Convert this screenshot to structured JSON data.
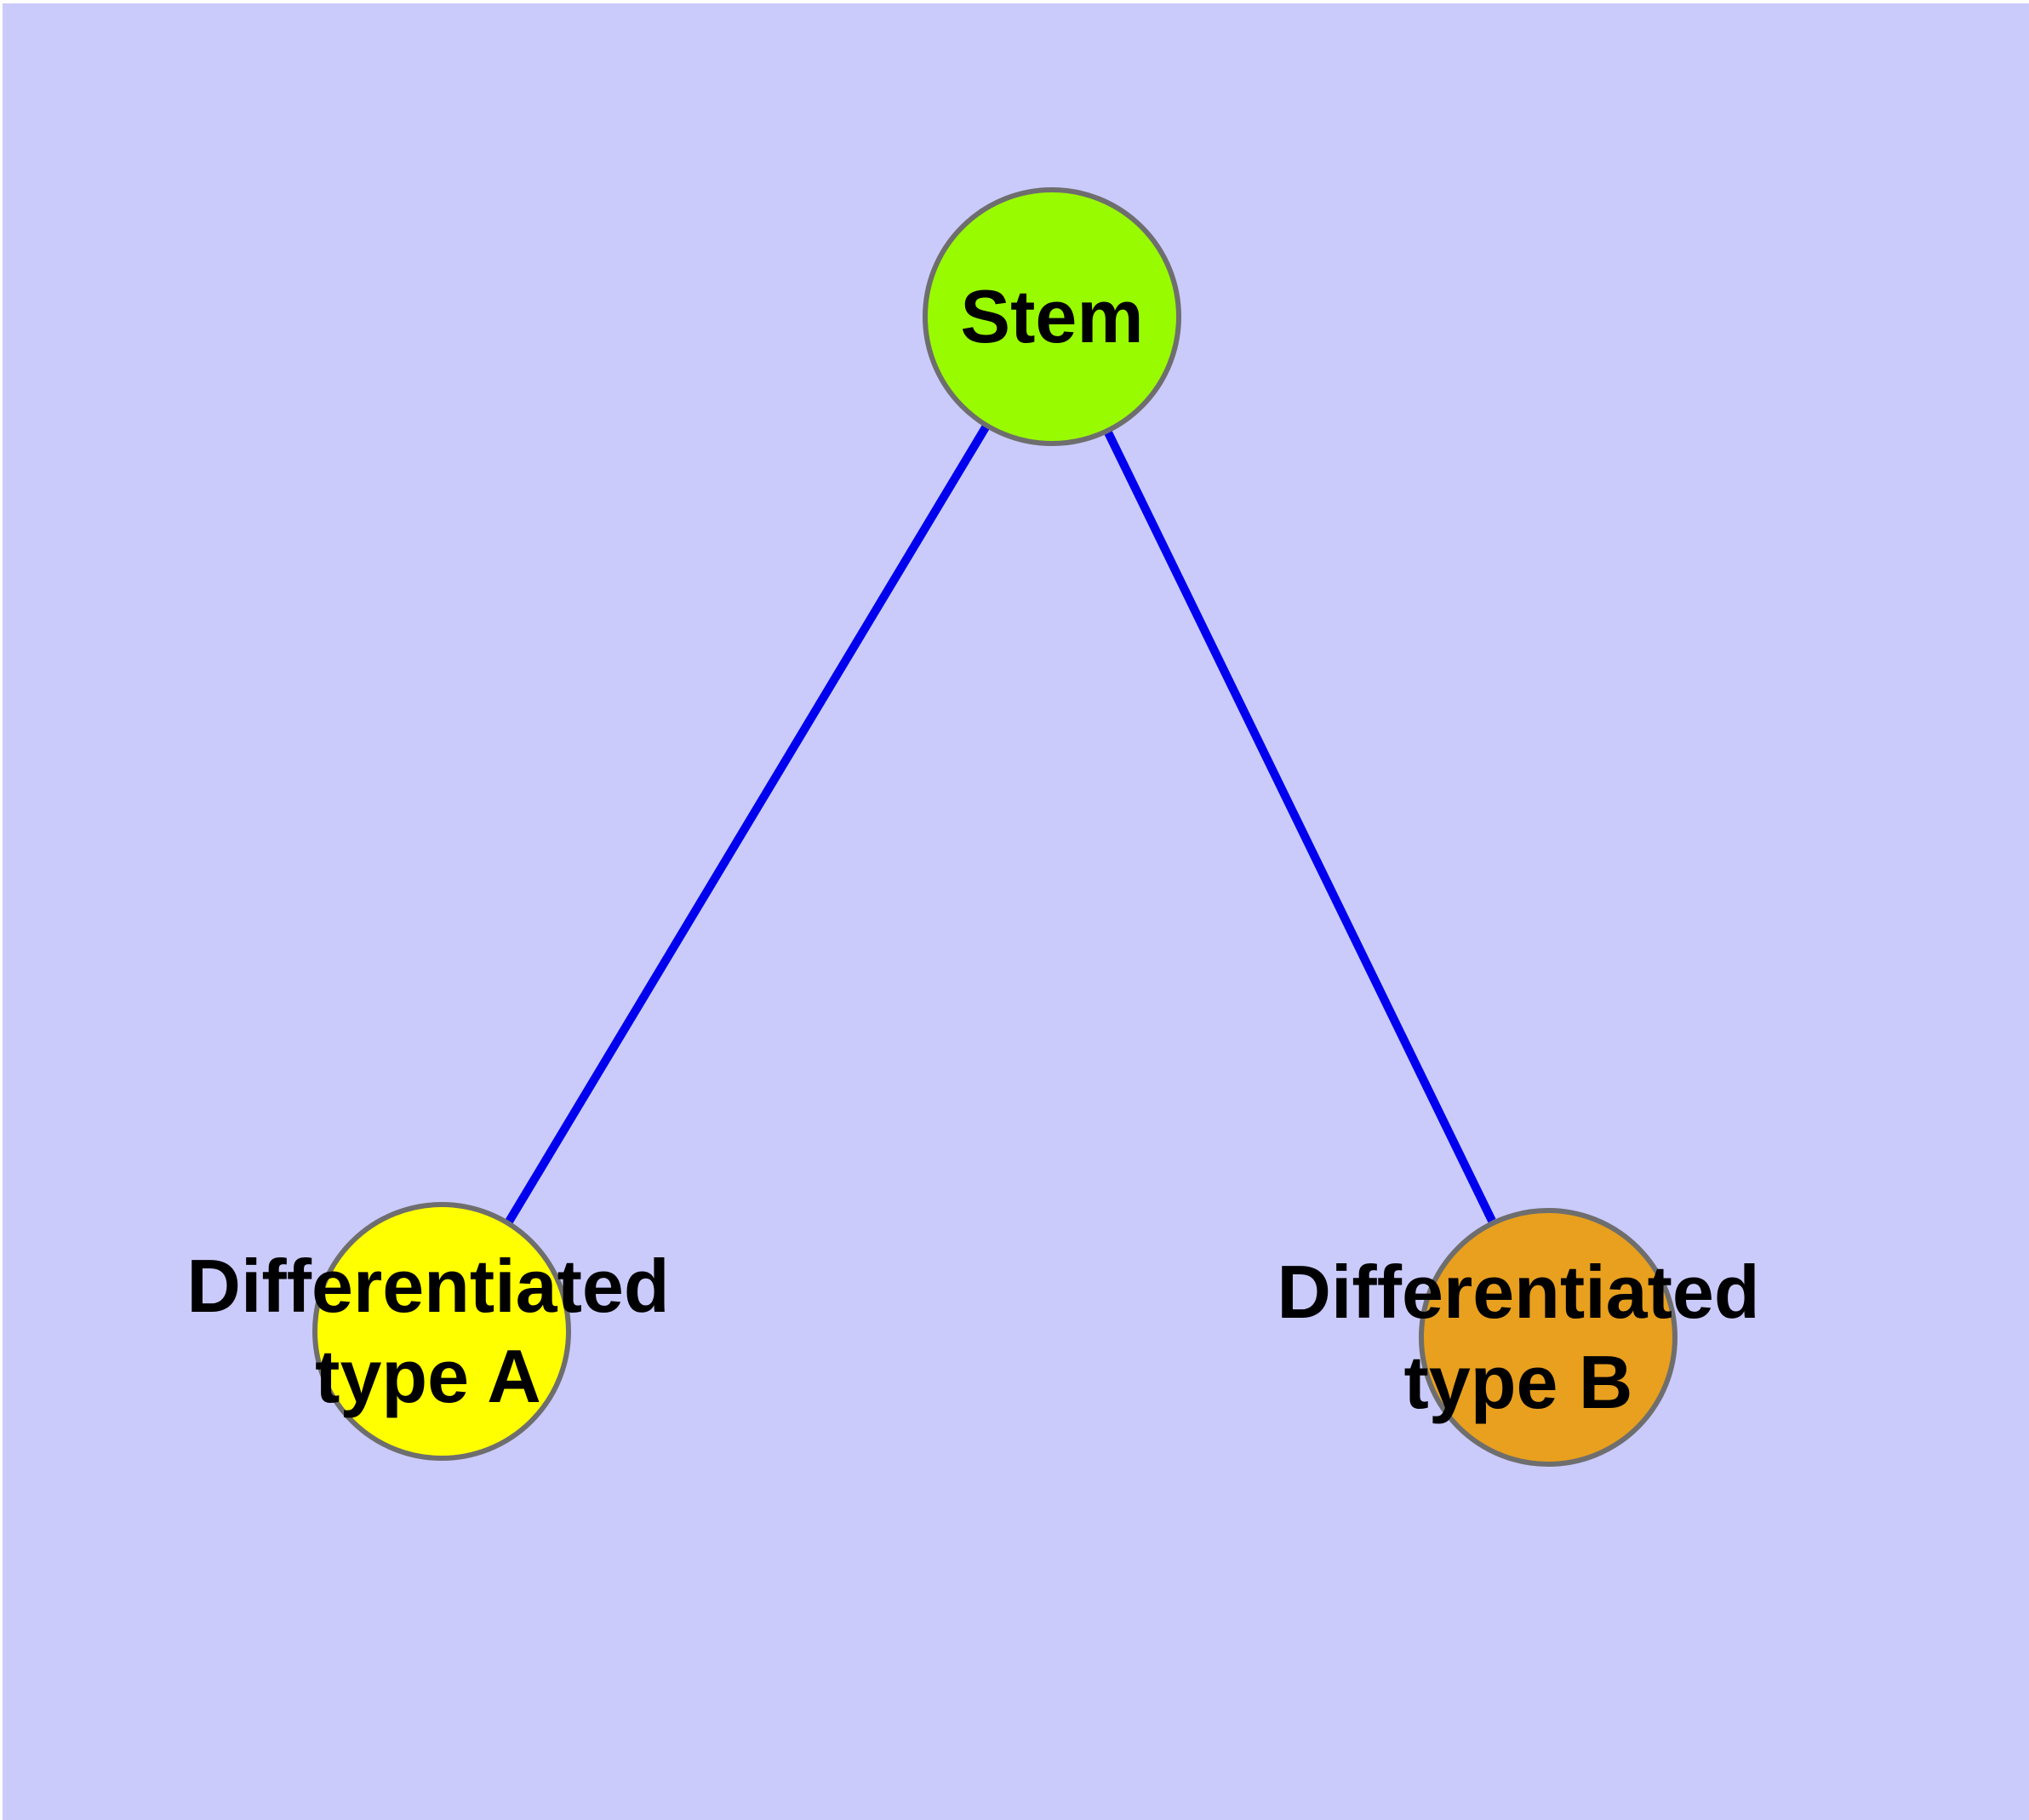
{
  "diagram": {
    "background_color": "#CACBFB",
    "page_margin_color": "#FFFFFF",
    "edge_color": "#0000EE",
    "node_border_color": "#6E6E6E",
    "label_color": "#000000",
    "nodes": [
      {
        "id": "stem",
        "fill": "#99FB00",
        "label_lines": [
          "Stem"
        ]
      },
      {
        "id": "type-a",
        "fill": "#FFFF00",
        "label_lines": [
          "Differentiated",
          "type A"
        ]
      },
      {
        "id": "type-b",
        "fill": "#E8A01E",
        "label_lines": [
          "Differentiated",
          "type B"
        ]
      }
    ],
    "edges": [
      {
        "from": "stem",
        "to": "type-a"
      },
      {
        "from": "stem",
        "to": "type-b"
      }
    ]
  }
}
